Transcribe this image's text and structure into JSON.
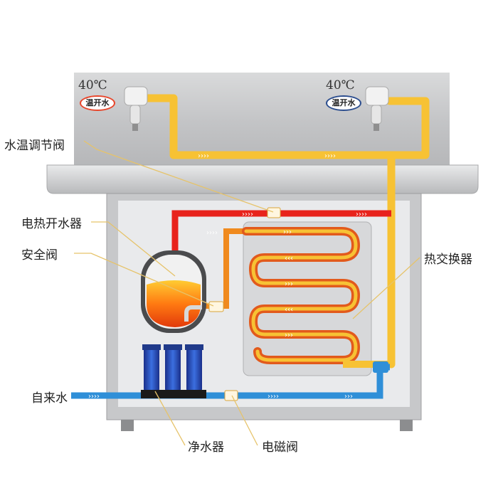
{
  "outlets": [
    {
      "temperature": "40℃",
      "badge": "温开水",
      "badge_color": "#e8462b"
    },
    {
      "temperature": "40℃",
      "badge": "温开水",
      "badge_color": "#2c4e8f"
    }
  ],
  "labels": {
    "temp_valve": "水温调节阀",
    "heater": "电热开水器",
    "safety_valve": "安全阀",
    "heat_exchanger": "热交换器",
    "tap_water": "自来水",
    "purifier": "净水器",
    "solenoid_valve": "电磁阀"
  },
  "colors": {
    "hot_pipe": "#e8231c",
    "orange_pipe": "#f08a1e",
    "warm_pipe": "#f7c234",
    "cold_pipe": "#2f8fd8",
    "callout_line": "#e6c36a"
  }
}
